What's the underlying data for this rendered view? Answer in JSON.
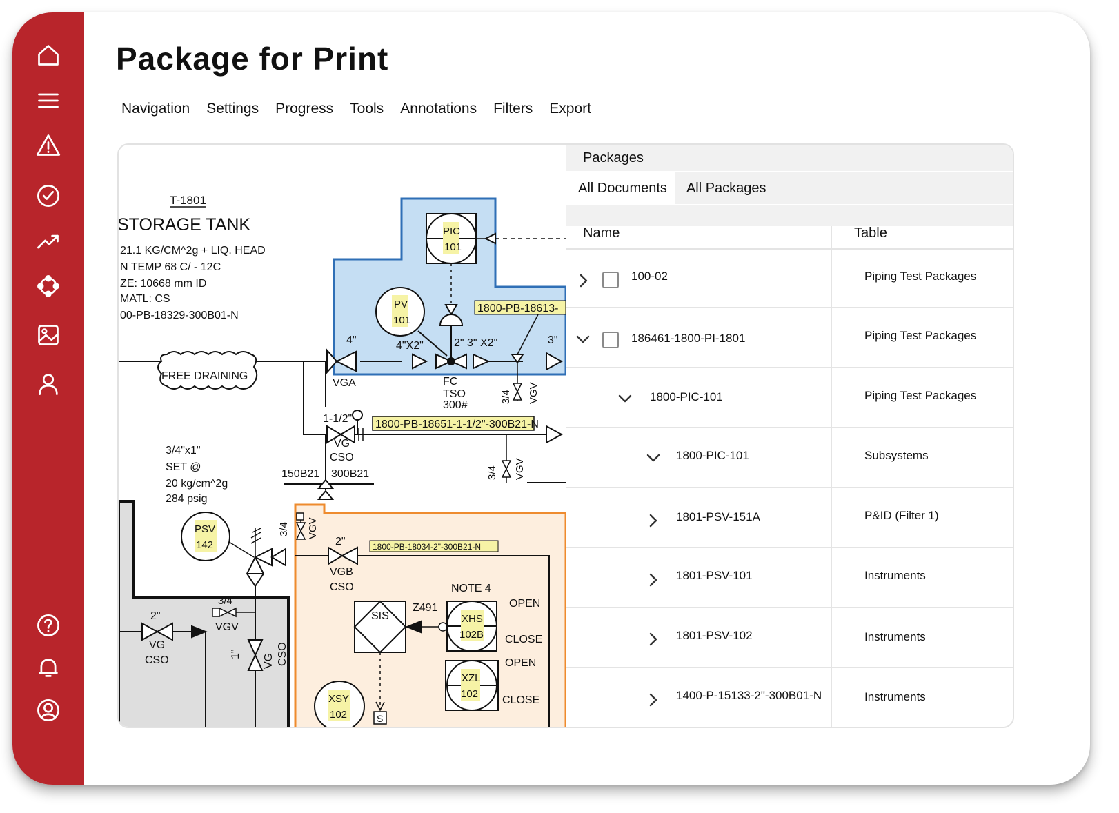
{
  "app": {
    "title": "Package for Print",
    "menu": [
      "Navigation",
      "Settings",
      "Progress",
      "Tools",
      "Annotations",
      "Filters",
      "Export"
    ]
  },
  "sidebar": {
    "top_icons": [
      "home-icon",
      "menu-icon",
      "warning-icon",
      "check-circle-icon",
      "trend-icon",
      "network-icon",
      "image-icon",
      "user-icon"
    ],
    "bottom_icons": [
      "help-icon",
      "bell-icon",
      "account-icon"
    ]
  },
  "diagram": {
    "tank_tag": "T-1801",
    "tank_title": "STORAGE TANK",
    "tank_specs": [
      "21.1 KG/CM^2g + LIQ. HEAD",
      "N TEMP 68 C/ - 12C",
      "ZE: 10668 mm ID",
      "MATL: CS",
      "00-PB-18329-300B01-N"
    ],
    "free_draining": "FREE DRAINING",
    "instruments": [
      {
        "top": "PIC",
        "bottom": "101"
      },
      {
        "top": "PV",
        "bottom": "101"
      },
      {
        "top": "PSV",
        "bottom": "142"
      },
      {
        "top": "XHS",
        "bottom": "102B"
      },
      {
        "top": "XZL",
        "bottom": "102"
      },
      {
        "top": "XSY",
        "bottom": "102"
      }
    ],
    "line_tags": [
      "1800-PB-18613-",
      "1800-PB-18651-1-1/2\"-300B21-N",
      "1800-PB-18034-2\"-300B21-N"
    ],
    "labels": {
      "size_4": "4\"",
      "size_4x2": "4\"X2\"",
      "size_2_3_x2": "2\" 3\" X2\"",
      "size_3": "3\"",
      "vga": "VGA",
      "fc": "FC",
      "tso": "TSO",
      "rating_300": "300#",
      "size_34": "3/4",
      "vgv": "VGV",
      "size_1_1_2": "1-1/2\"",
      "vg": "VG",
      "cso": "CSO",
      "spec_150": "150B21",
      "spec_300": "300B21",
      "set_1": "3/4\"x1\"",
      "set_2": "SET @",
      "set_3": "20 kg/cm^2g",
      "set_4": "284 psig",
      "size_2": "2\"",
      "vgb": "VGB",
      "note_4": "NOTE 4",
      "sis": "SIS",
      "z491": "Z491",
      "open": "OPEN",
      "close": "CLOSE",
      "size_1": "1\"",
      "s": "S"
    }
  },
  "panel": {
    "header": "Packages",
    "tabs": [
      "All Documents",
      "All Packages"
    ],
    "columns": {
      "name": "Name",
      "table": "Table"
    },
    "rows": [
      {
        "name": "100-02",
        "table": "Piping Test Packages",
        "expanded": false,
        "checkbox": true,
        "level": 0
      },
      {
        "name": "186461-1800-PI-1801",
        "table": "Piping Test Packages",
        "expanded": true,
        "checkbox": true,
        "level": 0
      },
      {
        "name": "1800-PIC-101",
        "table": "Piping Test Packages",
        "expanded": true,
        "checkbox": false,
        "level": 1
      },
      {
        "name": "1800-PIC-101",
        "table": "Subsystems",
        "expanded": true,
        "checkbox": false,
        "level": 2
      },
      {
        "name": "1801-PSV-151A",
        "table": "P&ID (Filter 1)",
        "expanded": false,
        "checkbox": false,
        "level": 2
      },
      {
        "name": "1801-PSV-101",
        "table": "Instruments",
        "expanded": false,
        "checkbox": false,
        "level": 2
      },
      {
        "name": "1801-PSV-102",
        "table": "Instruments",
        "expanded": false,
        "checkbox": false,
        "level": 2
      },
      {
        "name": "1400-P-15133-2\"-300B01-N",
        "table": "Instruments",
        "expanded": false,
        "checkbox": false,
        "level": 2
      }
    ]
  },
  "colors": {
    "brand": "#b8252b",
    "blue_area": "#c5def3",
    "blue_border": "#2f6fb6",
    "orange_area": "#fdeede",
    "orange_border": "#ee8b2e",
    "tag_yellow": "#f6f3a6"
  }
}
